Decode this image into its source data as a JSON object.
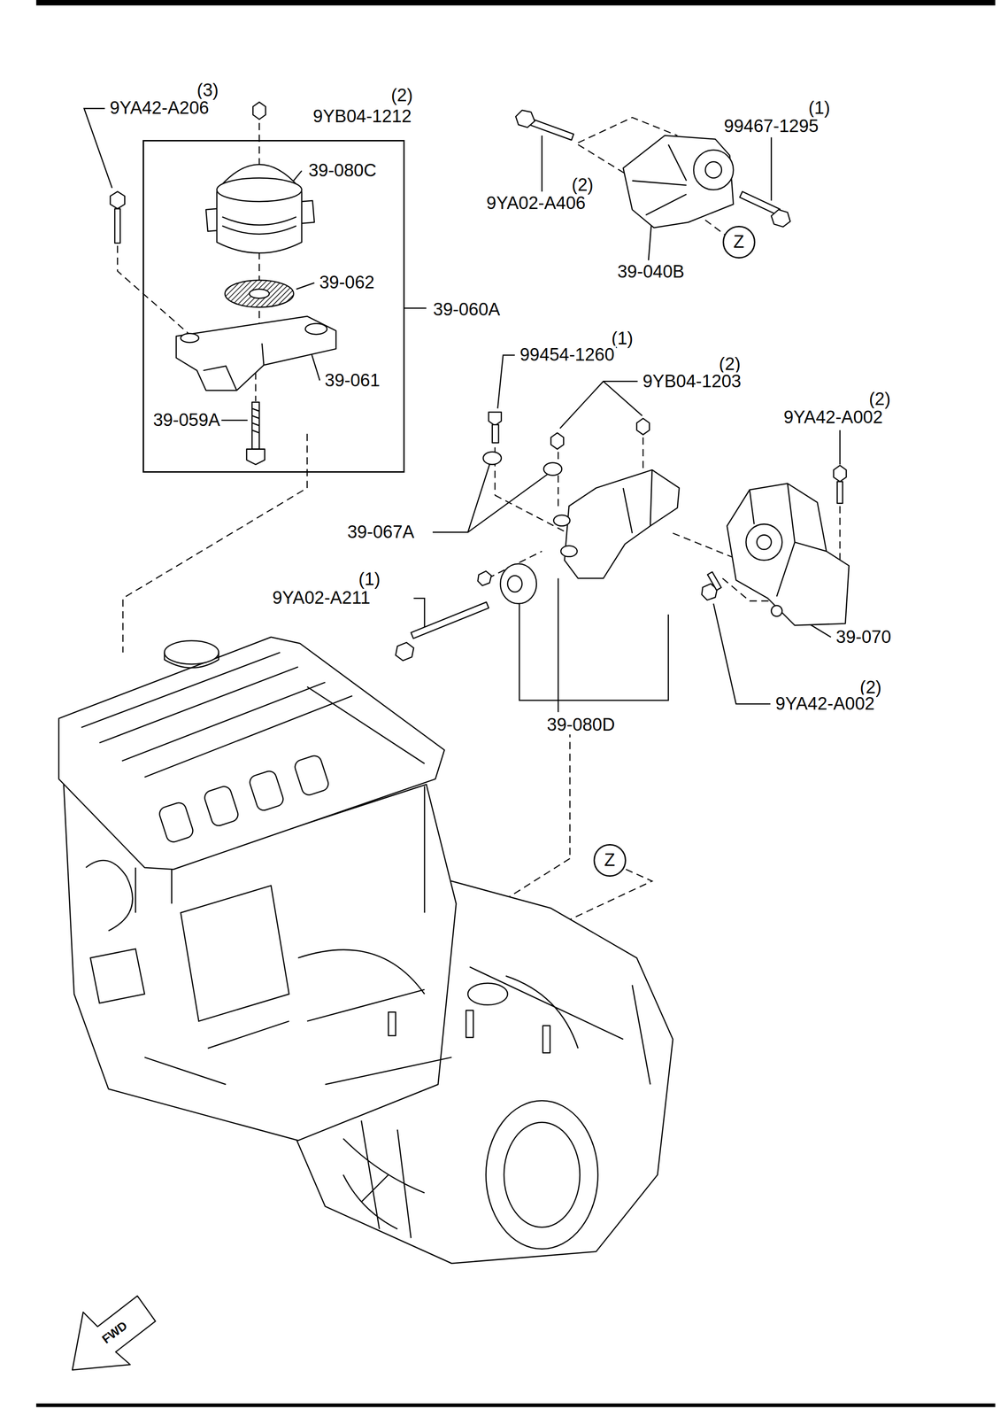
{
  "diagram": {
    "nodes": [
      {
        "text": [
          "39-060A"
        ]
      },
      {
        "text": [
          "Z"
        ]
      },
      {
        "text": [
          "Z"
        ]
      }
    ],
    "labels": [
      "(3)",
      "9YA42-A206",
      "(2)",
      "9YB04-1212",
      "39-080C",
      "39-062",
      "39-061",
      "39-059A",
      "(1)",
      "99467-1295",
      "(2)",
      "9YA02-A406",
      "39-040B",
      "(1)",
      "99454-1260",
      "(2)",
      "9YB04-1203",
      "(2)",
      "9YA42-A002",
      "39-067A",
      "(1)",
      "9YA02-A211",
      "39-070",
      "(2)",
      "9YA42-A002",
      "39-080D",
      "FWD"
    ]
  }
}
